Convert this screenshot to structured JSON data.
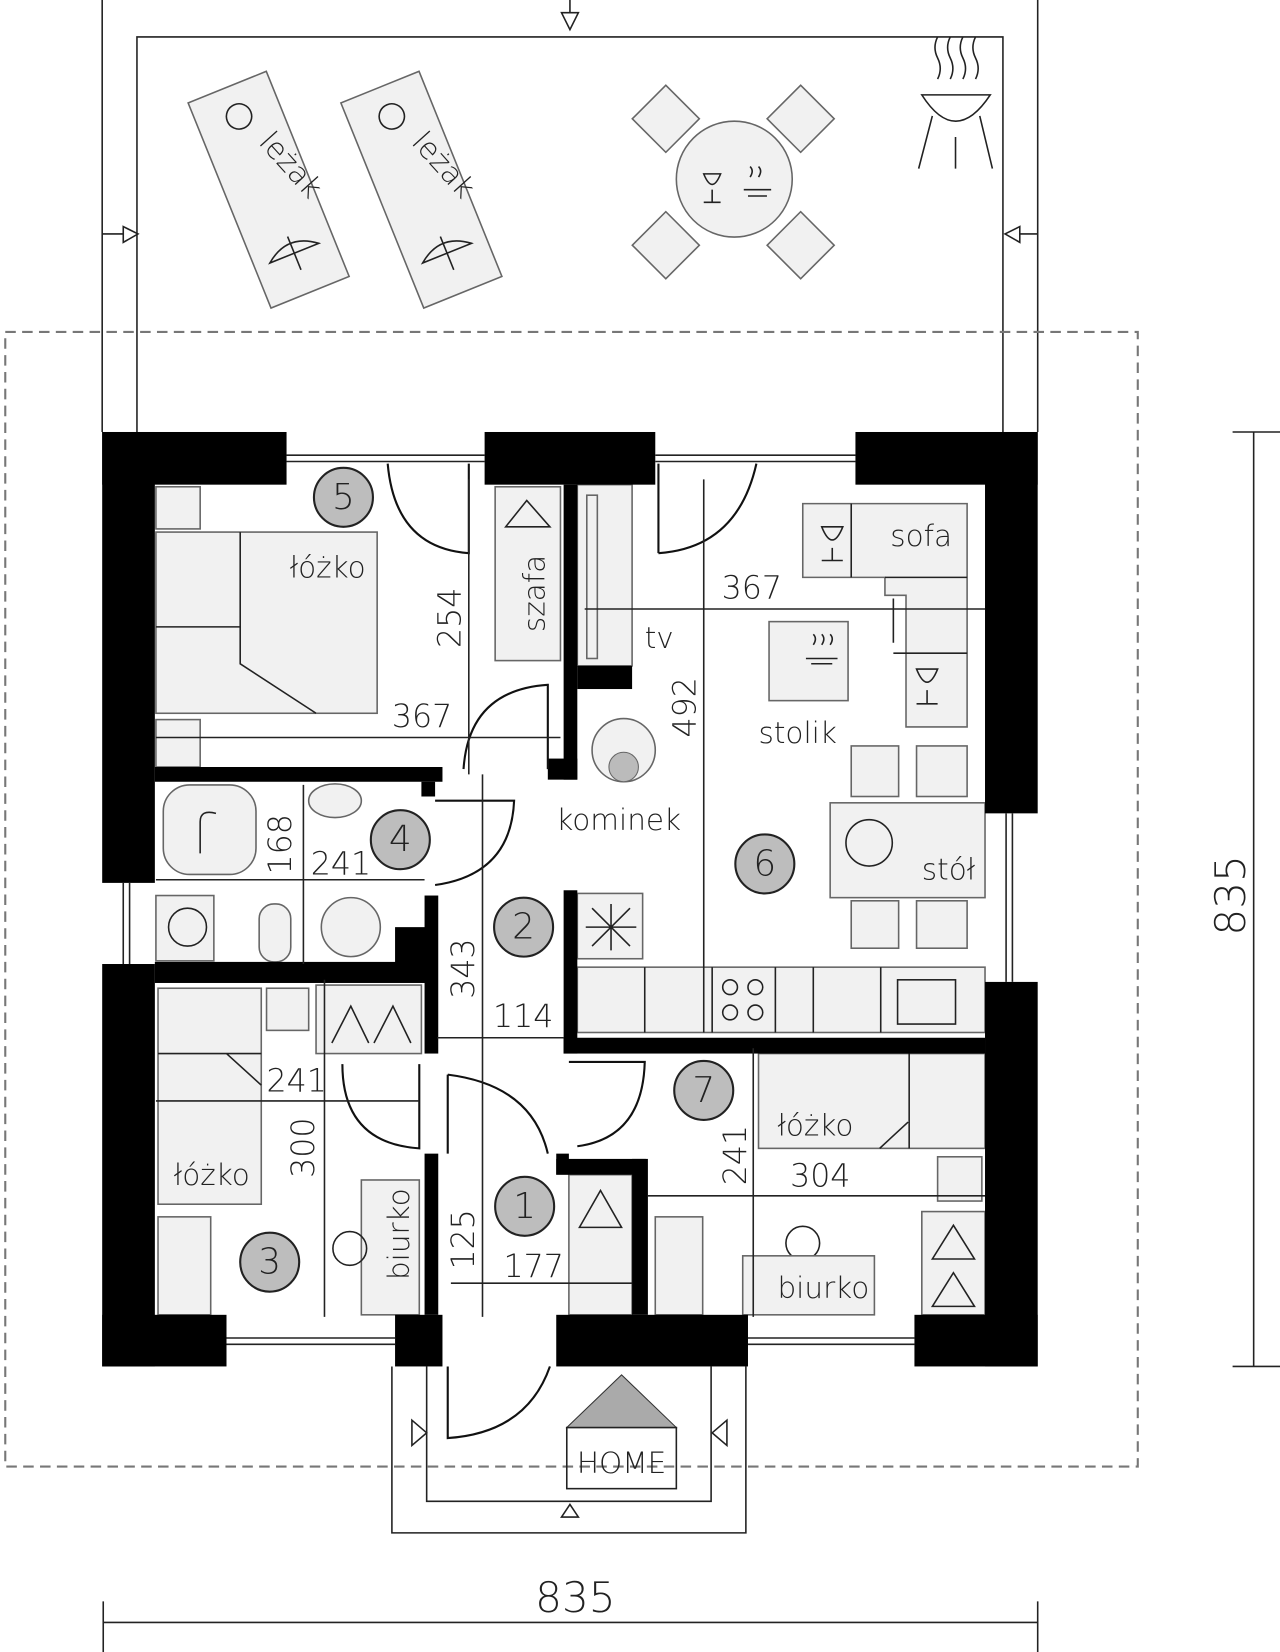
{
  "plan": {
    "terrace": {
      "lounger_1": "leżak",
      "lounger_2": "leżak"
    },
    "rooms": [
      {
        "number": "1"
      },
      {
        "number": "2"
      },
      {
        "number": "3"
      },
      {
        "number": "4"
      },
      {
        "number": "5"
      },
      {
        "number": "6"
      },
      {
        "number": "7"
      }
    ],
    "furniture": {
      "bed_room5": "łóżko",
      "wardrobe": "szafa",
      "tv": "tv",
      "sofa": "sofa",
      "coffee_table": "stolik",
      "fireplace": "kominek",
      "dining_table": "stół",
      "bed_room3": "łóżko",
      "desk_room3": "biurko",
      "bed_room7": "łóżko",
      "desk_room7": "biurko",
      "home_sign": "HOME"
    },
    "dimensions": {
      "room5_height": "254",
      "room5_width": "367",
      "living_width": "367",
      "living_height": "492",
      "bath_height": "168",
      "bath_width": "241",
      "hall_height": "343",
      "hall_width": "114",
      "room3_width": "241",
      "room3_height": "300",
      "vestibule_height": "125",
      "vestibule_width": "177",
      "room7_height": "241",
      "room7_width": "304",
      "total_width": "835",
      "total_height": "835"
    }
  }
}
